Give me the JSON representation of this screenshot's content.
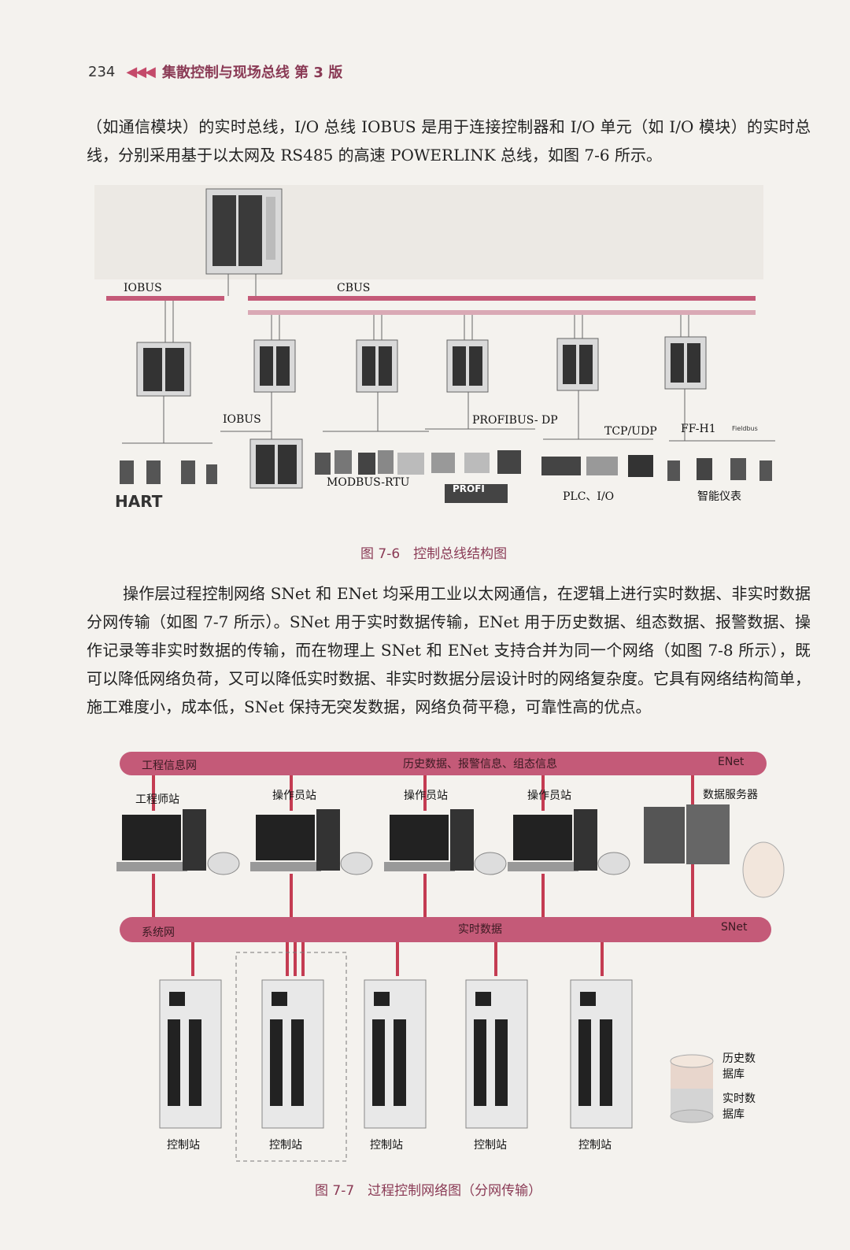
{
  "header": {
    "page_number": "234",
    "arrows": "◀◀◀",
    "book_title": "集散控制与现场总线 第 3 版"
  },
  "paragraph1": "（如通信模块）的实时总线，I/O 总线 IOBUS 是用于连接控制器和 I/O 单元（如 I/O 模块）的实时总线，分别采用基于以太网及 RS485 的高速 POWERLINK 总线，如图 7-6 所示。",
  "figure1": {
    "caption": "图 7-6　控制总线结构图",
    "labels": {
      "iobus_top": "IOBUS",
      "cbus": "CBUS",
      "iobus_mid": "IOBUS",
      "profibus": "PROFIBUS- DP",
      "tcpudp": "TCP/UDP",
      "ffh1": "FF-H1",
      "fieldbus_logo": "Fieldbus",
      "modbus": "MODBUS-RTU",
      "plc_io": "PLC、I/O",
      "smart_inst": "智能仪表",
      "hart_logo": "HART",
      "profi_logo": "PROFI"
    }
  },
  "paragraph2": "操作层过程控制网络 SNet 和 ENet 均采用工业以太网通信，在逻辑上进行实时数据、非实时数据分网传输（如图 7-7 所示）。SNet 用于实时数据传输，ENet 用于历史数据、组态数据、报警数据、操作记录等非实时数据的传输，而在物理上 SNet 和 ENet 支持合并为同一个网络（如图 7-8 所示），既可以降低网络负荷，又可以降低实时数据、非实时数据分层设计时的网络复杂度。它具有网络结构简单，施工难度小，成本低，SNet 保持无突发数据，网络负荷平稳，可靠性高的优点。",
  "figure2": {
    "caption": "图 7-7　过程控制网络图（分网传输）",
    "enet_bar": {
      "left": "工程信息网",
      "center": "历史数据、报警信息、组态信息",
      "right": "ENet"
    },
    "snet_bar": {
      "left": "系统网",
      "center": "实时数据",
      "right": "SNet"
    },
    "stations": [
      "工程师站",
      "操作员站",
      "操作员站",
      "操作员站",
      "数据服务器"
    ],
    "controllers": [
      "控制站",
      "控制站",
      "控制站",
      "控制站",
      "控制站"
    ],
    "legend": {
      "history": "历史数据库",
      "realtime": "实时数据库"
    }
  },
  "colors": {
    "accent": "#8a3a55",
    "bar": "#c45a78",
    "arrow": "#c43c52"
  }
}
